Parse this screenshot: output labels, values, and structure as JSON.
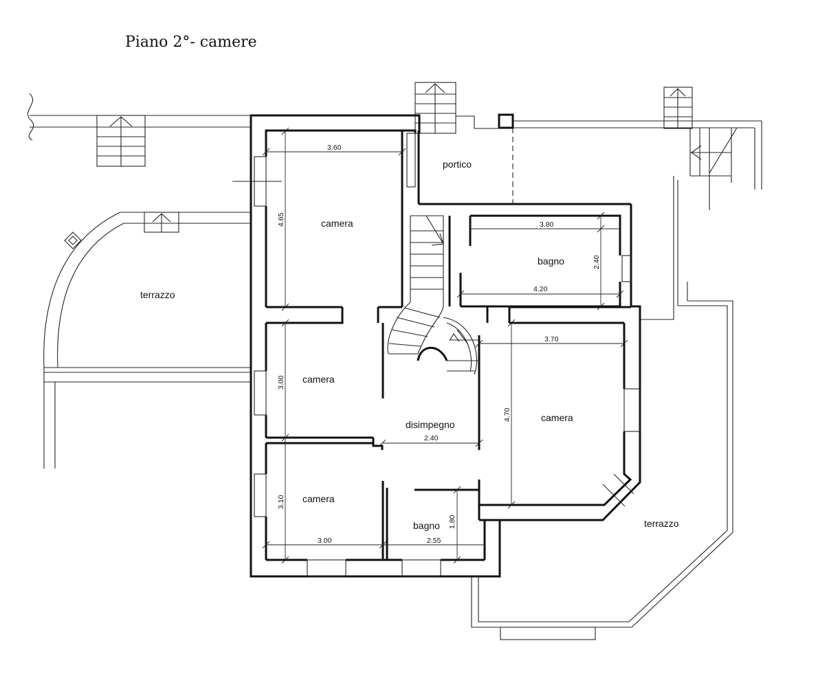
{
  "title": "Piano 2°- camere",
  "rooms": {
    "portico": "portico",
    "camera_nw": "camera",
    "bagno_n": "bagno",
    "terrazzo_w": "terrazzo",
    "camera_w": "camera",
    "camera_e": "camera",
    "disimpegno": "disimpegno",
    "camera_sw": "camera",
    "bagno_s": "bagno",
    "terrazzo_e": "terrazzo"
  },
  "dimensions": {
    "camera_nw_width": "3.60",
    "camera_nw_height": "4.65",
    "bagno_n_width_top": "3.80",
    "bagno_n_width_bottom": "4.20",
    "bagno_n_height": "2.40",
    "camera_e_width": "3.70",
    "camera_e_height": "4.70",
    "camera_w_height": "3.00",
    "disimpegno_width": "2.40",
    "camera_sw_height": "3.10",
    "camera_sw_width": "3.00",
    "bagno_s_width": "2.55",
    "bagno_s_height": "1.80"
  }
}
